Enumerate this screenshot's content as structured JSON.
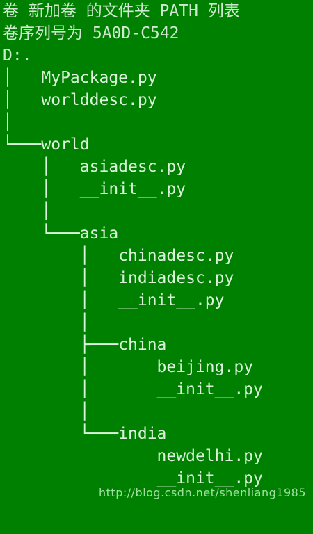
{
  "console": {
    "header": {
      "volume_title": "卷 新加卷 的文件夹 PATH 列表",
      "serial_number": "卷序列号为 5A0D-C542",
      "drive": "D:."
    },
    "lines": [
      "│   MyPackage.py",
      "│   worlddesc.py",
      "│",
      "└───world",
      "    │   asiadesc.py",
      "    │   __init__.py",
      "    │",
      "    └───asia",
      "        │   chinadesc.py",
      "        │   indiadesc.py",
      "        │   __init__.py",
      "        │",
      "        ├───china",
      "        │       beijing.py",
      "        │       __init__.py",
      "        │",
      "        └───india",
      "                newdelhi.py",
      "                __init__.py"
    ]
  },
  "watermark": "http://blog.csdn.net/shenliang1985"
}
